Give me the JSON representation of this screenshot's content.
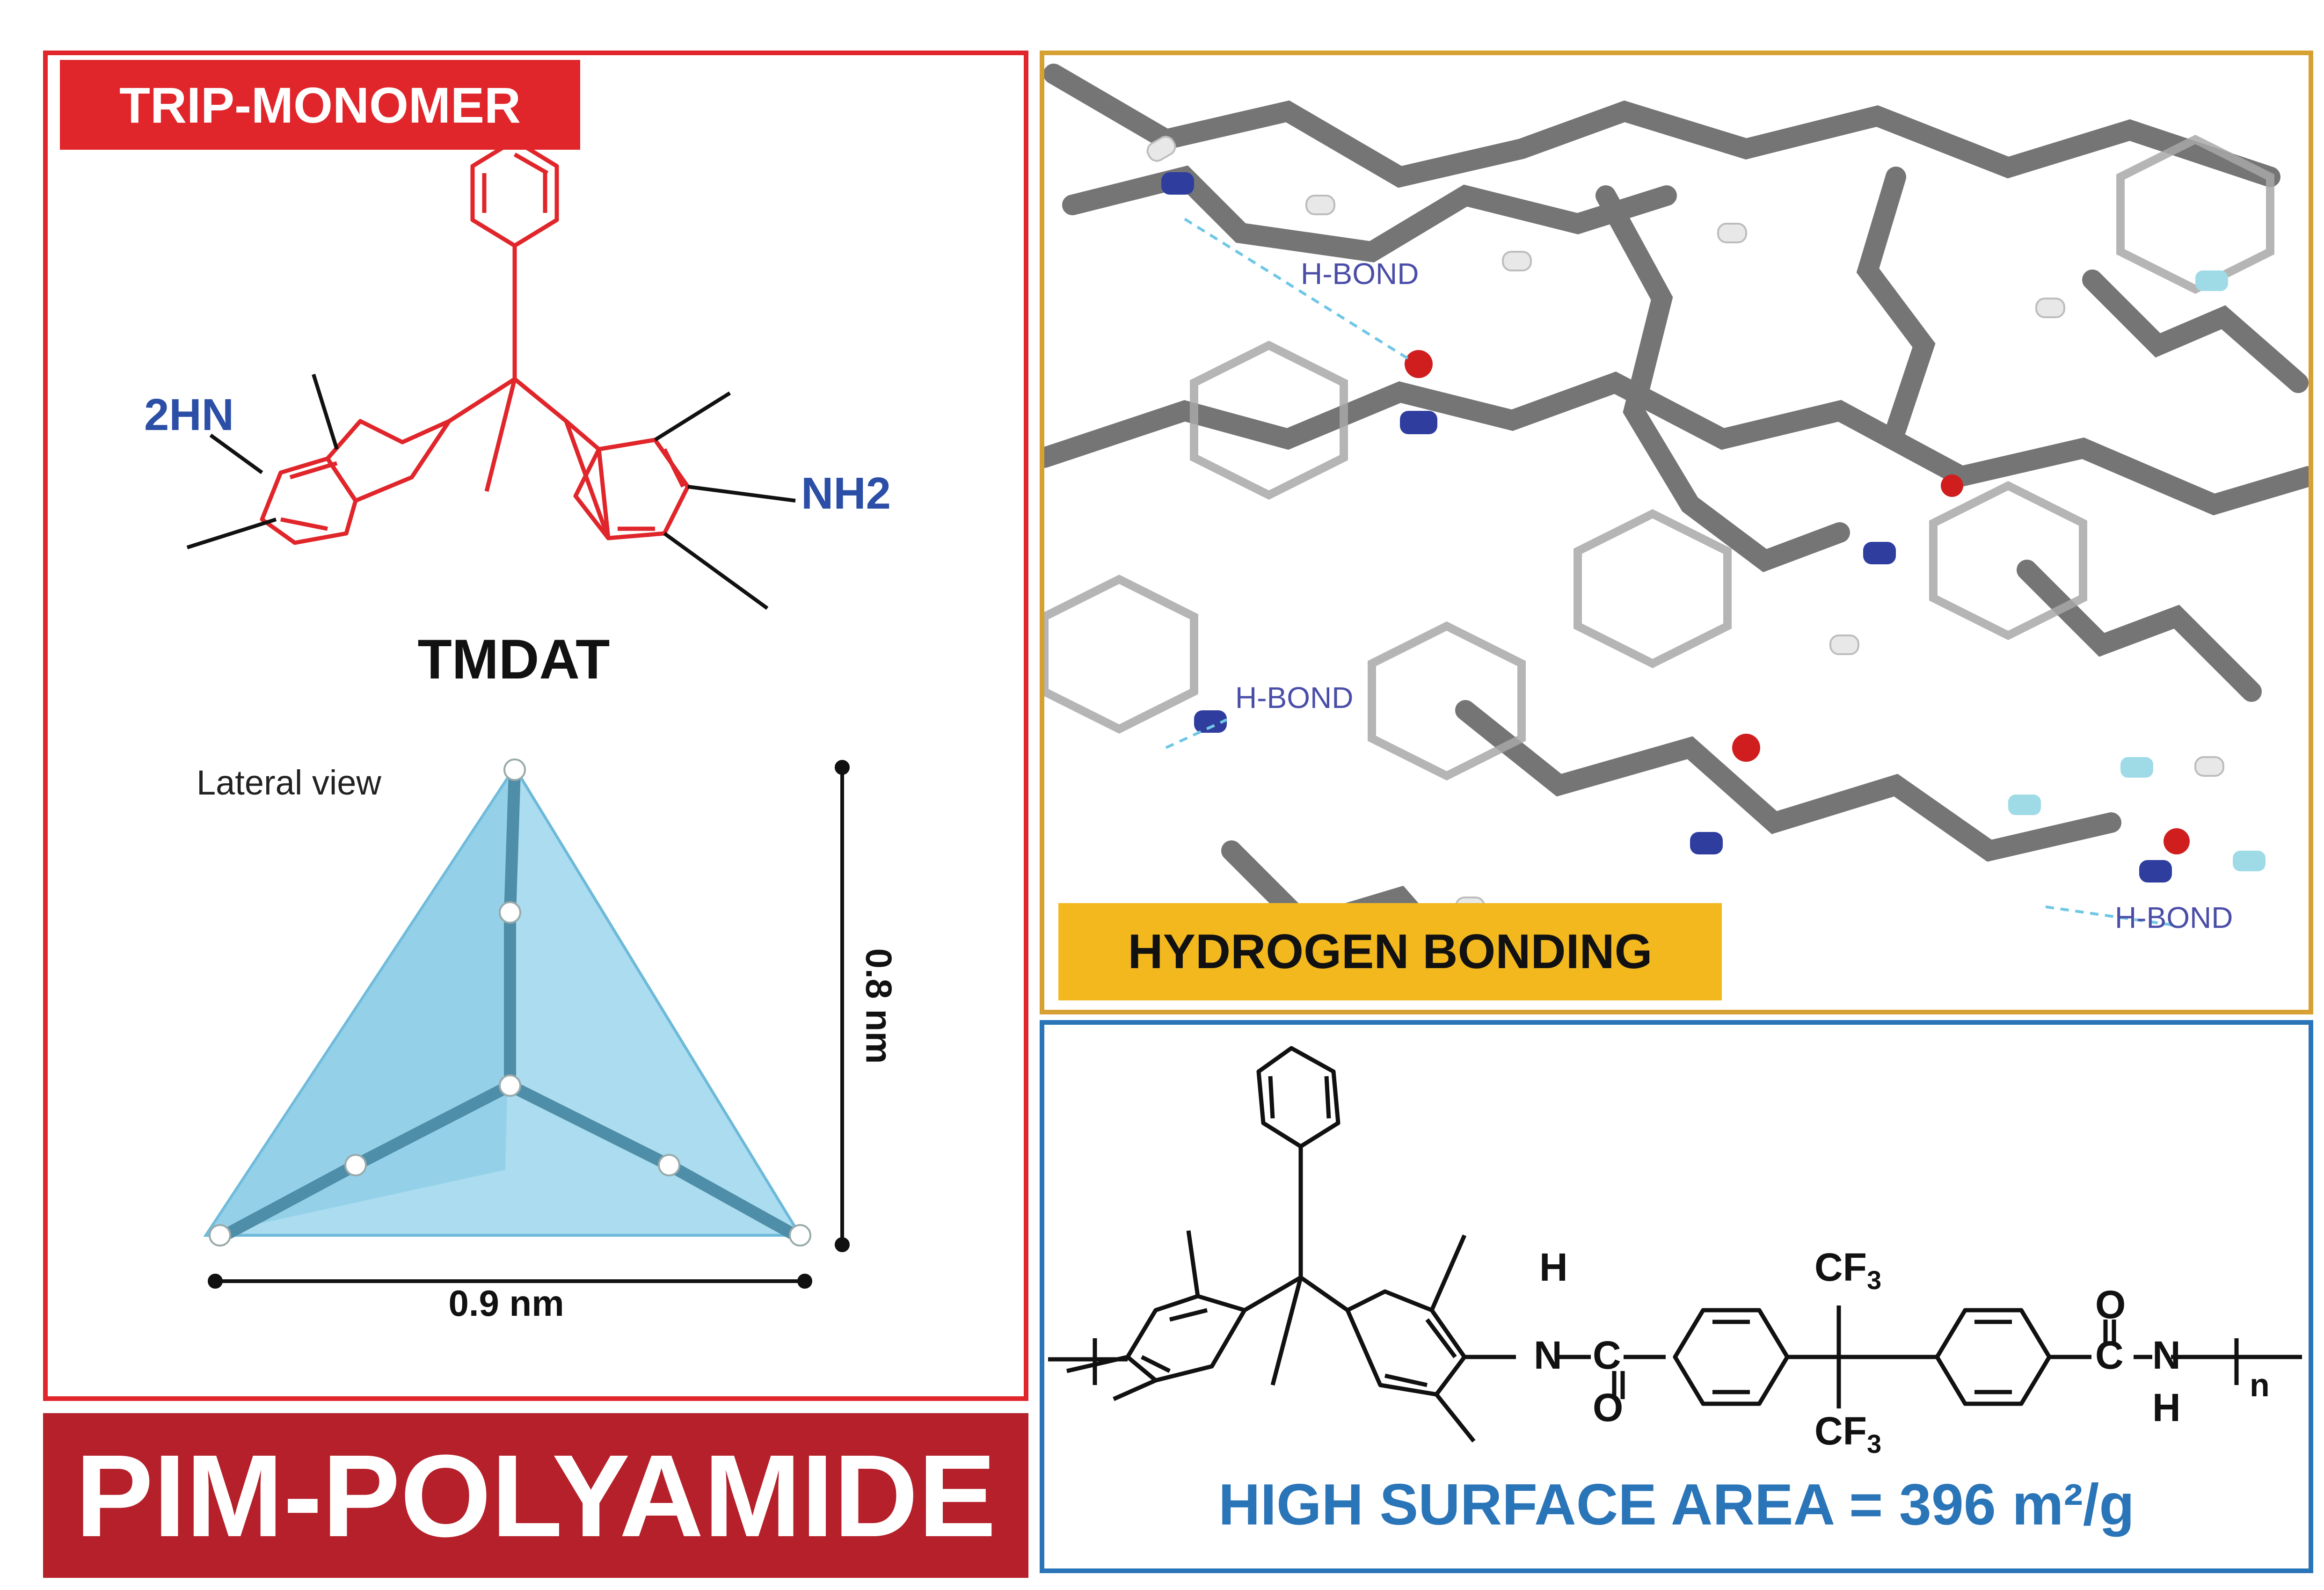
{
  "panels": {
    "monomer": {
      "tag": "TRIP-MONOMER",
      "compound_name": "TMDAT",
      "amine_left": "2HN",
      "amine_right": "NH2",
      "view_label": "Lateral view",
      "width_label": "0.9 nm",
      "height_label": "0.8 nm"
    },
    "hydrogen_bonding": {
      "tag": "HYDROGEN BONDING",
      "bond_labels": [
        "H-BOND",
        "H-BOND",
        "H-BOND"
      ]
    },
    "polymer": {
      "atoms": {
        "h_top": "H",
        "n_left": "N",
        "c_left": "C",
        "o_left": "O",
        "cf3_top": "CF",
        "cf3_bottom": "CF",
        "sub3": "3",
        "o_right": "O",
        "c_right": "C",
        "n_right": "N",
        "h_bottom": "H",
        "n_repeat": "n"
      },
      "surface_area": "HIGH SURFACE AREA = 396 m²/g"
    }
  },
  "title": "PIM-POLYAMIDE",
  "colors": {
    "red": "#e0262b",
    "dark_red": "#b5202a",
    "gold": "#d6a032",
    "yellow": "#f2b81e",
    "blue": "#2a74b8",
    "amine_blue": "#2b4fa6",
    "tetra_blue": "#8fd0ea"
  }
}
